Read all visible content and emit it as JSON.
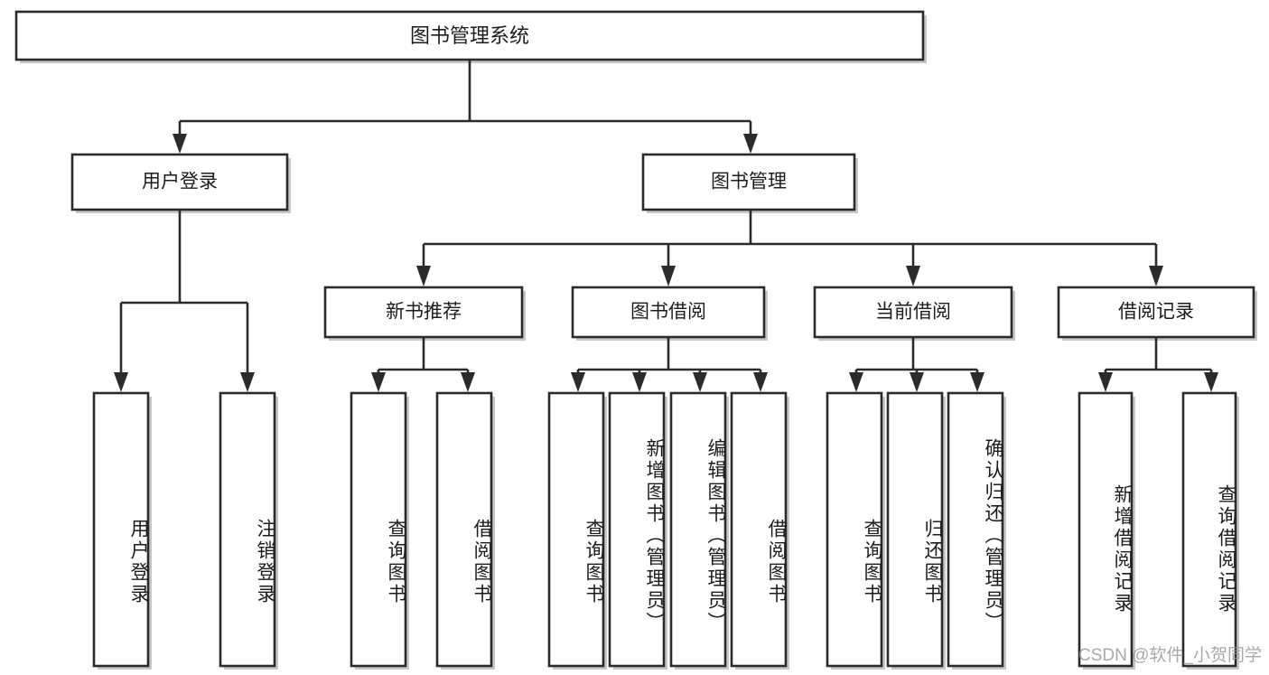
{
  "diagram": {
    "type": "tree",
    "title": "图书管理系统",
    "root": {
      "label": "图书管理系统"
    },
    "level2": [
      {
        "label": "用户登录"
      },
      {
        "label": "图书管理"
      }
    ],
    "level3": [
      {
        "label": "新书推荐"
      },
      {
        "label": "图书借阅"
      },
      {
        "label": "当前借阅"
      },
      {
        "label": "借阅记录"
      }
    ],
    "leaves": {
      "user_login": [
        "用户登录",
        "注销登录"
      ],
      "new_book_recommend": [
        "查询图书",
        "借阅图书"
      ],
      "book_borrow": [
        "查询图书",
        "新增图书（管理员）",
        "编辑图书（管理员）",
        "借阅图书"
      ],
      "current_borrow": [
        "查询图书",
        "归还图书",
        "确认归还（管理员）"
      ],
      "borrow_record": [
        "新增借阅记录",
        "查询借阅记录"
      ]
    }
  },
  "watermark": {
    "text": "CSDN @软件_小贺同学"
  },
  "colors": {
    "stroke": "#2b2b2b",
    "box_fill": "#ffffff",
    "background": "#ffffff",
    "text": "#1c1c1c",
    "watermark": "#9a9a9a"
  }
}
